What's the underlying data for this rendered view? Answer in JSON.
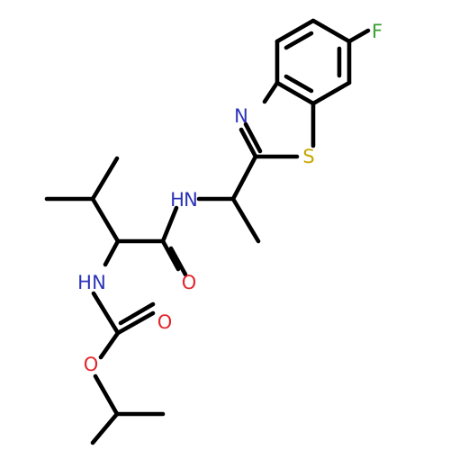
{
  "molecule": {
    "atom_labels": {
      "fluorine": "F",
      "thiazole_nitrogen": "N",
      "thiazole_sulfur": "S",
      "amide_nh": "H",
      "amide_n": "N",
      "amide_oxygen": "O",
      "carbamate_h": "H",
      "carbamate_n": "N",
      "carbonyl_oxygen": "O",
      "ester_oxygen": "O"
    }
  },
  "colors": {
    "bond": "#000000",
    "fluorine": "#3a9f2e",
    "nitrogen": "#2b33b9",
    "oxygen": "#e3262b",
    "sulfur": "#c9a600"
  }
}
